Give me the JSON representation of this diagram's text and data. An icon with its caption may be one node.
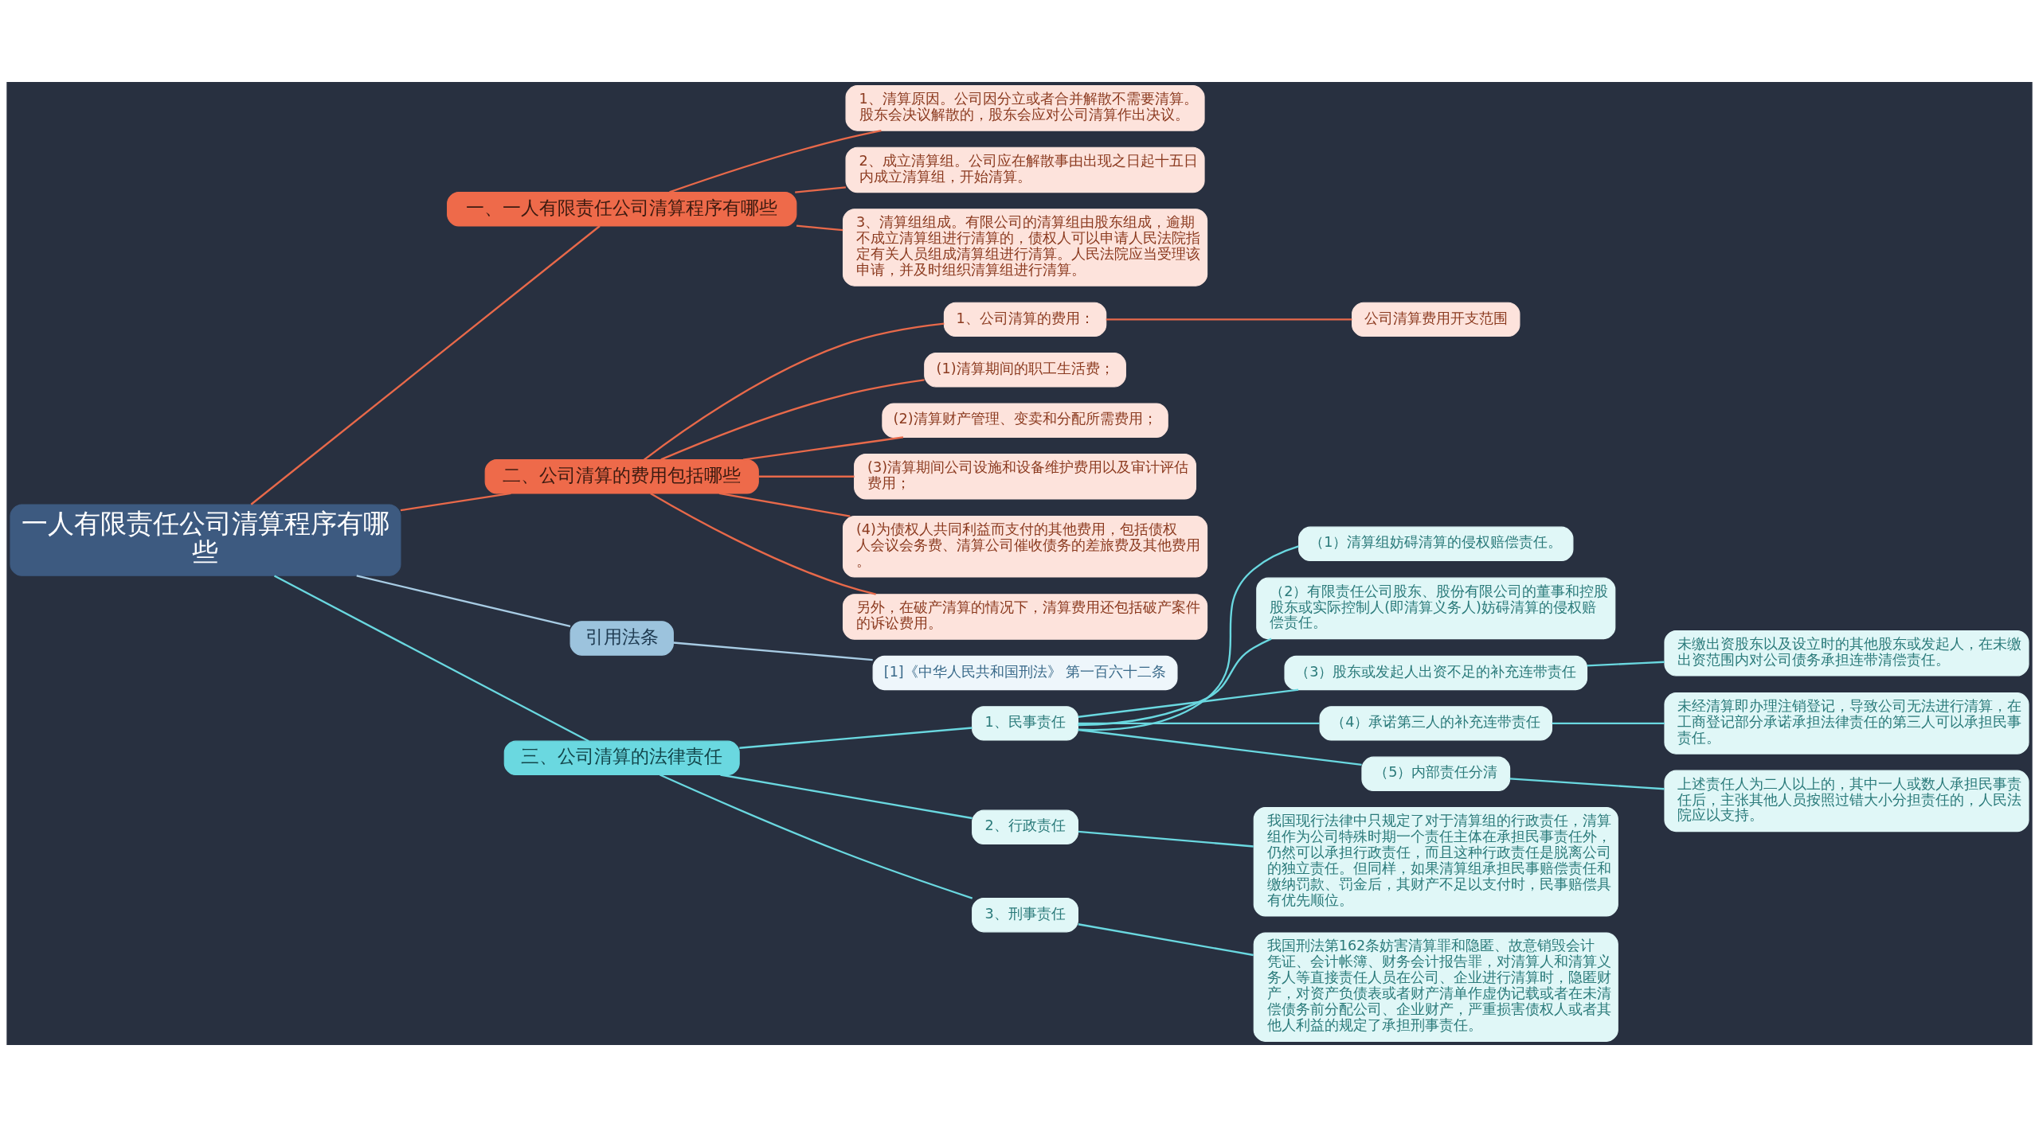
{
  "diagram": {
    "nodes": [
      {
        "text": [
          "一人有限责任公司清算程序有哪些"
        ]
      },
      {
        "text": [
          "一、一人有限责任公司清算程序有哪些"
        ]
      },
      {
        "text": [
          "1、清算原因。公司因分立或者合并解散不需要清算。股东会决议解散的，股东会应对公司清算作出决议。"
        ]
      },
      {
        "text": [
          "2、成立清算组。公司应在解散事由出现之日起十五日内成立清算组，开始清算。"
        ]
      },
      {
        "text": [
          "3、清算组组成。有限公司的清算组由股东组成，逾期不成立清算组进行清算的，债权人可以申请人民法院指定有关人员组成清算组进行清算。人民法院应当受理该申请，并及时组织清算组进行清算。"
        ]
      },
      {
        "text": [
          "二、公司清算的费用包括哪些"
        ]
      },
      {
        "text": [
          "1、公司清算的费用："
        ]
      },
      {
        "text": [
          "公司清算费用开支范围"
        ]
      },
      {
        "text": [
          "(1)清算期间的职工生活费；"
        ]
      },
      {
        "text": [
          "(2)清算财产管理、变卖和分配所需费用；"
        ]
      },
      {
        "text": [
          "(3)清算期间公司设施和设备维护费用以及审计评估费用；"
        ]
      },
      {
        "text": [
          "(4)为债权人共同利益而支付的其他费用，包括债权人会议会务费、清算公司催收债务的差旅费及其他费用。"
        ]
      },
      {
        "text": [
          "另外，在破产清算的情况下，清算费用还包括破产案件的诉讼费用。"
        ]
      },
      {
        "text": [
          "引用法条"
        ]
      },
      {
        "text": [
          "[1]《中华人民共和国刑法》 第一百六十二条"
        ]
      },
      {
        "text": [
          "三、公司清算的法律责任"
        ]
      },
      {
        "text": [
          "1、民事责任"
        ]
      },
      {
        "text": [
          "（1）清算组妨碍清算的侵权赔偿责任。"
        ]
      },
      {
        "text": [
          "（2）有限责任公司股东、股份有限公司的董事和控股股东或实际控制人(即清算义务人)妨碍清算的侵权赔偿责任。"
        ]
      },
      {
        "text": [
          "（3）股东或发起人出资不足的补充连带责任"
        ]
      },
      {
        "text": [
          "未缴出资股东以及设立时的其他股东或发起人，在未缴出资范围内对公司债务承担连带清偿责任。"
        ]
      },
      {
        "text": [
          "（4）承诺第三人的补充连带责任"
        ]
      },
      {
        "text": [
          "未经清算即办理注销登记，导致公司无法进行清算，在工商登记部分承诺承担法律责任的第三人可以承担民事责任。"
        ]
      },
      {
        "text": [
          "（5）内部责任分清"
        ]
      },
      {
        "text": [
          "上述责任人为二人以上的，其中一人或数人承担民事责任后，主张其他人员按照过错大小分担责任的，人民法院应以支持。"
        ]
      },
      {
        "text": [
          "2、行政责任"
        ]
      },
      {
        "text": [
          "我国现行法律中只规定了对于清算组的行政责任，清算组作为公司特殊时期一个责任主体在承担民事责任外，仍然可以承担行政责任，而且这种行政责任是脱离公司的独立责任。但同样，如果清算组承担民事赔偿责任和缴纳罚款、罚金后，其财产不足以支付时，民事赔偿具有优先顺位。"
        ]
      },
      {
        "text": [
          "3、刑事责任"
        ]
      },
      {
        "text": [
          "我国刑法第162条妨害清算罪和隐匿、故意销毁会计凭证、会计帐簿、财务会计报告罪，对清算人和清算义务人等直接责任人员在公司、企业进行清算时，隐匿财产，对资产负债表或者财产清单作虚伪记载或者在未清偿债务前分配公司、企业财产，严重损害债权人或者其他人利益的规定了承担刑事责任。"
        ]
      }
    ],
    "edges": [
      {
        "from": 0,
        "to": 1,
        "arrow": "none",
        "color": "#e8694a"
      },
      {
        "from": 1,
        "to": 2,
        "arrow": "none",
        "color": "#e8694a"
      },
      {
        "from": 1,
        "to": 3,
        "arrow": "none",
        "color": "#e8694a"
      },
      {
        "from": 1,
        "to": 4,
        "arrow": "none",
        "color": "#e8694a"
      },
      {
        "from": 0,
        "to": 5,
        "arrow": "none",
        "color": "#e8694a"
      },
      {
        "from": 5,
        "to": 6,
        "arrow": "none",
        "color": "#e8694a"
      },
      {
        "from": 6,
        "to": 7,
        "arrow": "none",
        "color": "#e8694a"
      },
      {
        "from": 5,
        "to": 8,
        "arrow": "none",
        "color": "#e8694a"
      },
      {
        "from": 5,
        "to": 9,
        "arrow": "none",
        "color": "#e8694a"
      },
      {
        "from": 5,
        "to": 10,
        "arrow": "none",
        "color": "#e8694a"
      },
      {
        "from": 5,
        "to": 11,
        "arrow": "none",
        "color": "#e8694a"
      },
      {
        "from": 5,
        "to": 12,
        "arrow": "none",
        "color": "#e8694a"
      },
      {
        "from": 0,
        "to": 13,
        "arrow": "none",
        "color": "#a8cce4"
      },
      {
        "from": 13,
        "to": 14,
        "arrow": "none",
        "color": "#a8cce4"
      },
      {
        "from": 0,
        "to": 15,
        "arrow": "none"
      },
      {
        "from": 15,
        "to": 16,
        "arrow": "none"
      },
      {
        "from": 16,
        "to": 17,
        "arrow": "none"
      },
      {
        "from": 16,
        "to": 18,
        "arrow": "none"
      },
      {
        "from": 16,
        "to": 19,
        "arrow": "none"
      },
      {
        "from": 19,
        "to": 20,
        "arrow": "none"
      },
      {
        "from": 16,
        "to": 21,
        "arrow": "none"
      },
      {
        "from": 21,
        "to": 22,
        "arrow": "none"
      },
      {
        "from": 16,
        "to": 23,
        "arrow": "none"
      },
      {
        "from": 23,
        "to": 24,
        "arrow": "none"
      },
      {
        "from": 15,
        "to": 25,
        "arrow": "none"
      },
      {
        "from": 25,
        "to": 26,
        "arrow": "none"
      },
      {
        "from": 15,
        "to": 27,
        "arrow": "none"
      },
      {
        "from": 27,
        "to": 28,
        "arrow": "none"
      }
    ]
  }
}
